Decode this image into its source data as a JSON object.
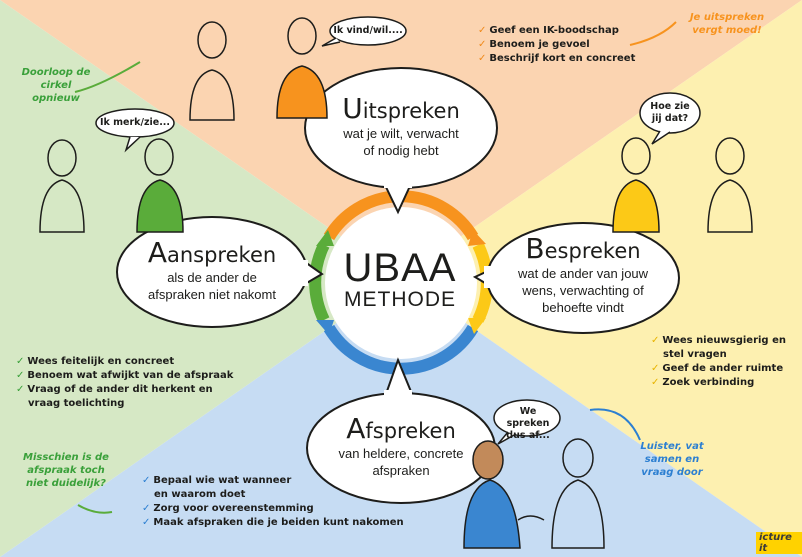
{
  "colors": {
    "top": "#fbd4b1",
    "right": "#fdf0b0",
    "bottom": "#c6dcf3",
    "left": "#d6e8c5",
    "orange": "#f7931e",
    "yellow": "#fcc917",
    "blue": "#3a86d0",
    "green": "#5aac3a"
  },
  "center": {
    "title": "UBAA",
    "subtitle": "METHODE"
  },
  "uitspreken": {
    "initial": "U",
    "rest": "itspreken",
    "line1": "wat je wilt, verwacht",
    "line2": "of nodig hebt"
  },
  "bespreken": {
    "initial": "B",
    "rest": "espreken",
    "line1": "wat de ander van jouw",
    "line2": "wens, verwachting of",
    "line3": "behoefte vindt"
  },
  "afspreken": {
    "initial": "A",
    "rest": "fspreken",
    "line1": "van heldere, concrete",
    "line2": "afspraken"
  },
  "aanspreken": {
    "initial": "A",
    "rest": "anspreken",
    "line1": "als de ander de",
    "line2": "afspraken niet nakomt"
  },
  "speech": {
    "ik_vind": "Ik vind/wil....",
    "ik_merk": "Ik merk/zie...",
    "hoe_zie": "Hoe zie jij dat?",
    "we_spreken": "We spreken dus af..."
  },
  "notes": {
    "moed": "Je uitspreken vergt moed!",
    "doorloop": "Doorloop de cirkel opnieuw",
    "luister": "Luister, vat samen en vraag door",
    "misschien": "Misschien is de afspraak toch niet duidelijk?"
  },
  "checklists": {
    "top": [
      "Geef een IK-boodschap",
      "Benoem je gevoel",
      "Beschrijf kort en concreet"
    ],
    "right": [
      "Wees nieuwsgierig en",
      "stel vragen",
      "Geef de ander ruimte",
      "Zoek verbinding"
    ],
    "left": [
      "Wees feitelijk en concreet",
      "Benoem wat afwijkt van de afspraak",
      "Vraag of de ander dit herkent en",
      "vraag toelichting"
    ],
    "bottom": [
      "Bepaal wie wat wanneer",
      "en waarom doet",
      "Zorg voor overeenstemming",
      "Maak afspraken die je beiden kunt nakomen"
    ]
  },
  "logo": "icture it"
}
